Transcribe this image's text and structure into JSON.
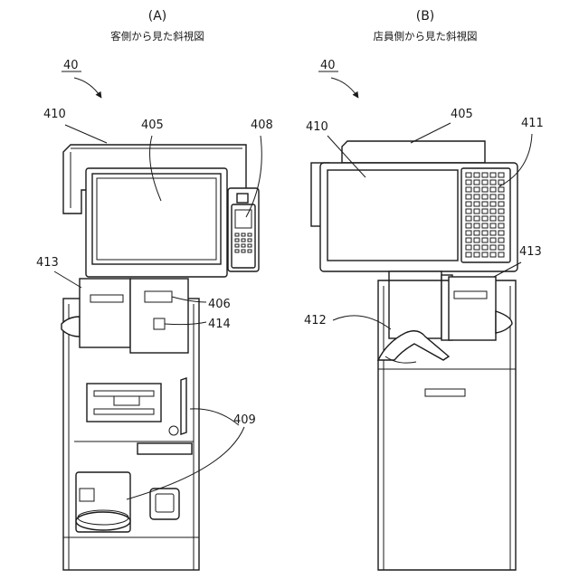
{
  "panels": [
    {
      "title": "(A)",
      "caption": "客側から見た斜視図"
    },
    {
      "title": "(B)",
      "caption": "店員側から見た斜視図"
    }
  ],
  "labels": {
    "a": {
      "ref": "40",
      "top": "410",
      "screen": "405",
      "terminal": "408",
      "side": "413",
      "slot": "406",
      "reader": "414",
      "change": "409"
    },
    "b": {
      "ref": "40",
      "top": "410",
      "screen": "405",
      "keypad": "411",
      "side": "413",
      "scanner": "412"
    }
  }
}
